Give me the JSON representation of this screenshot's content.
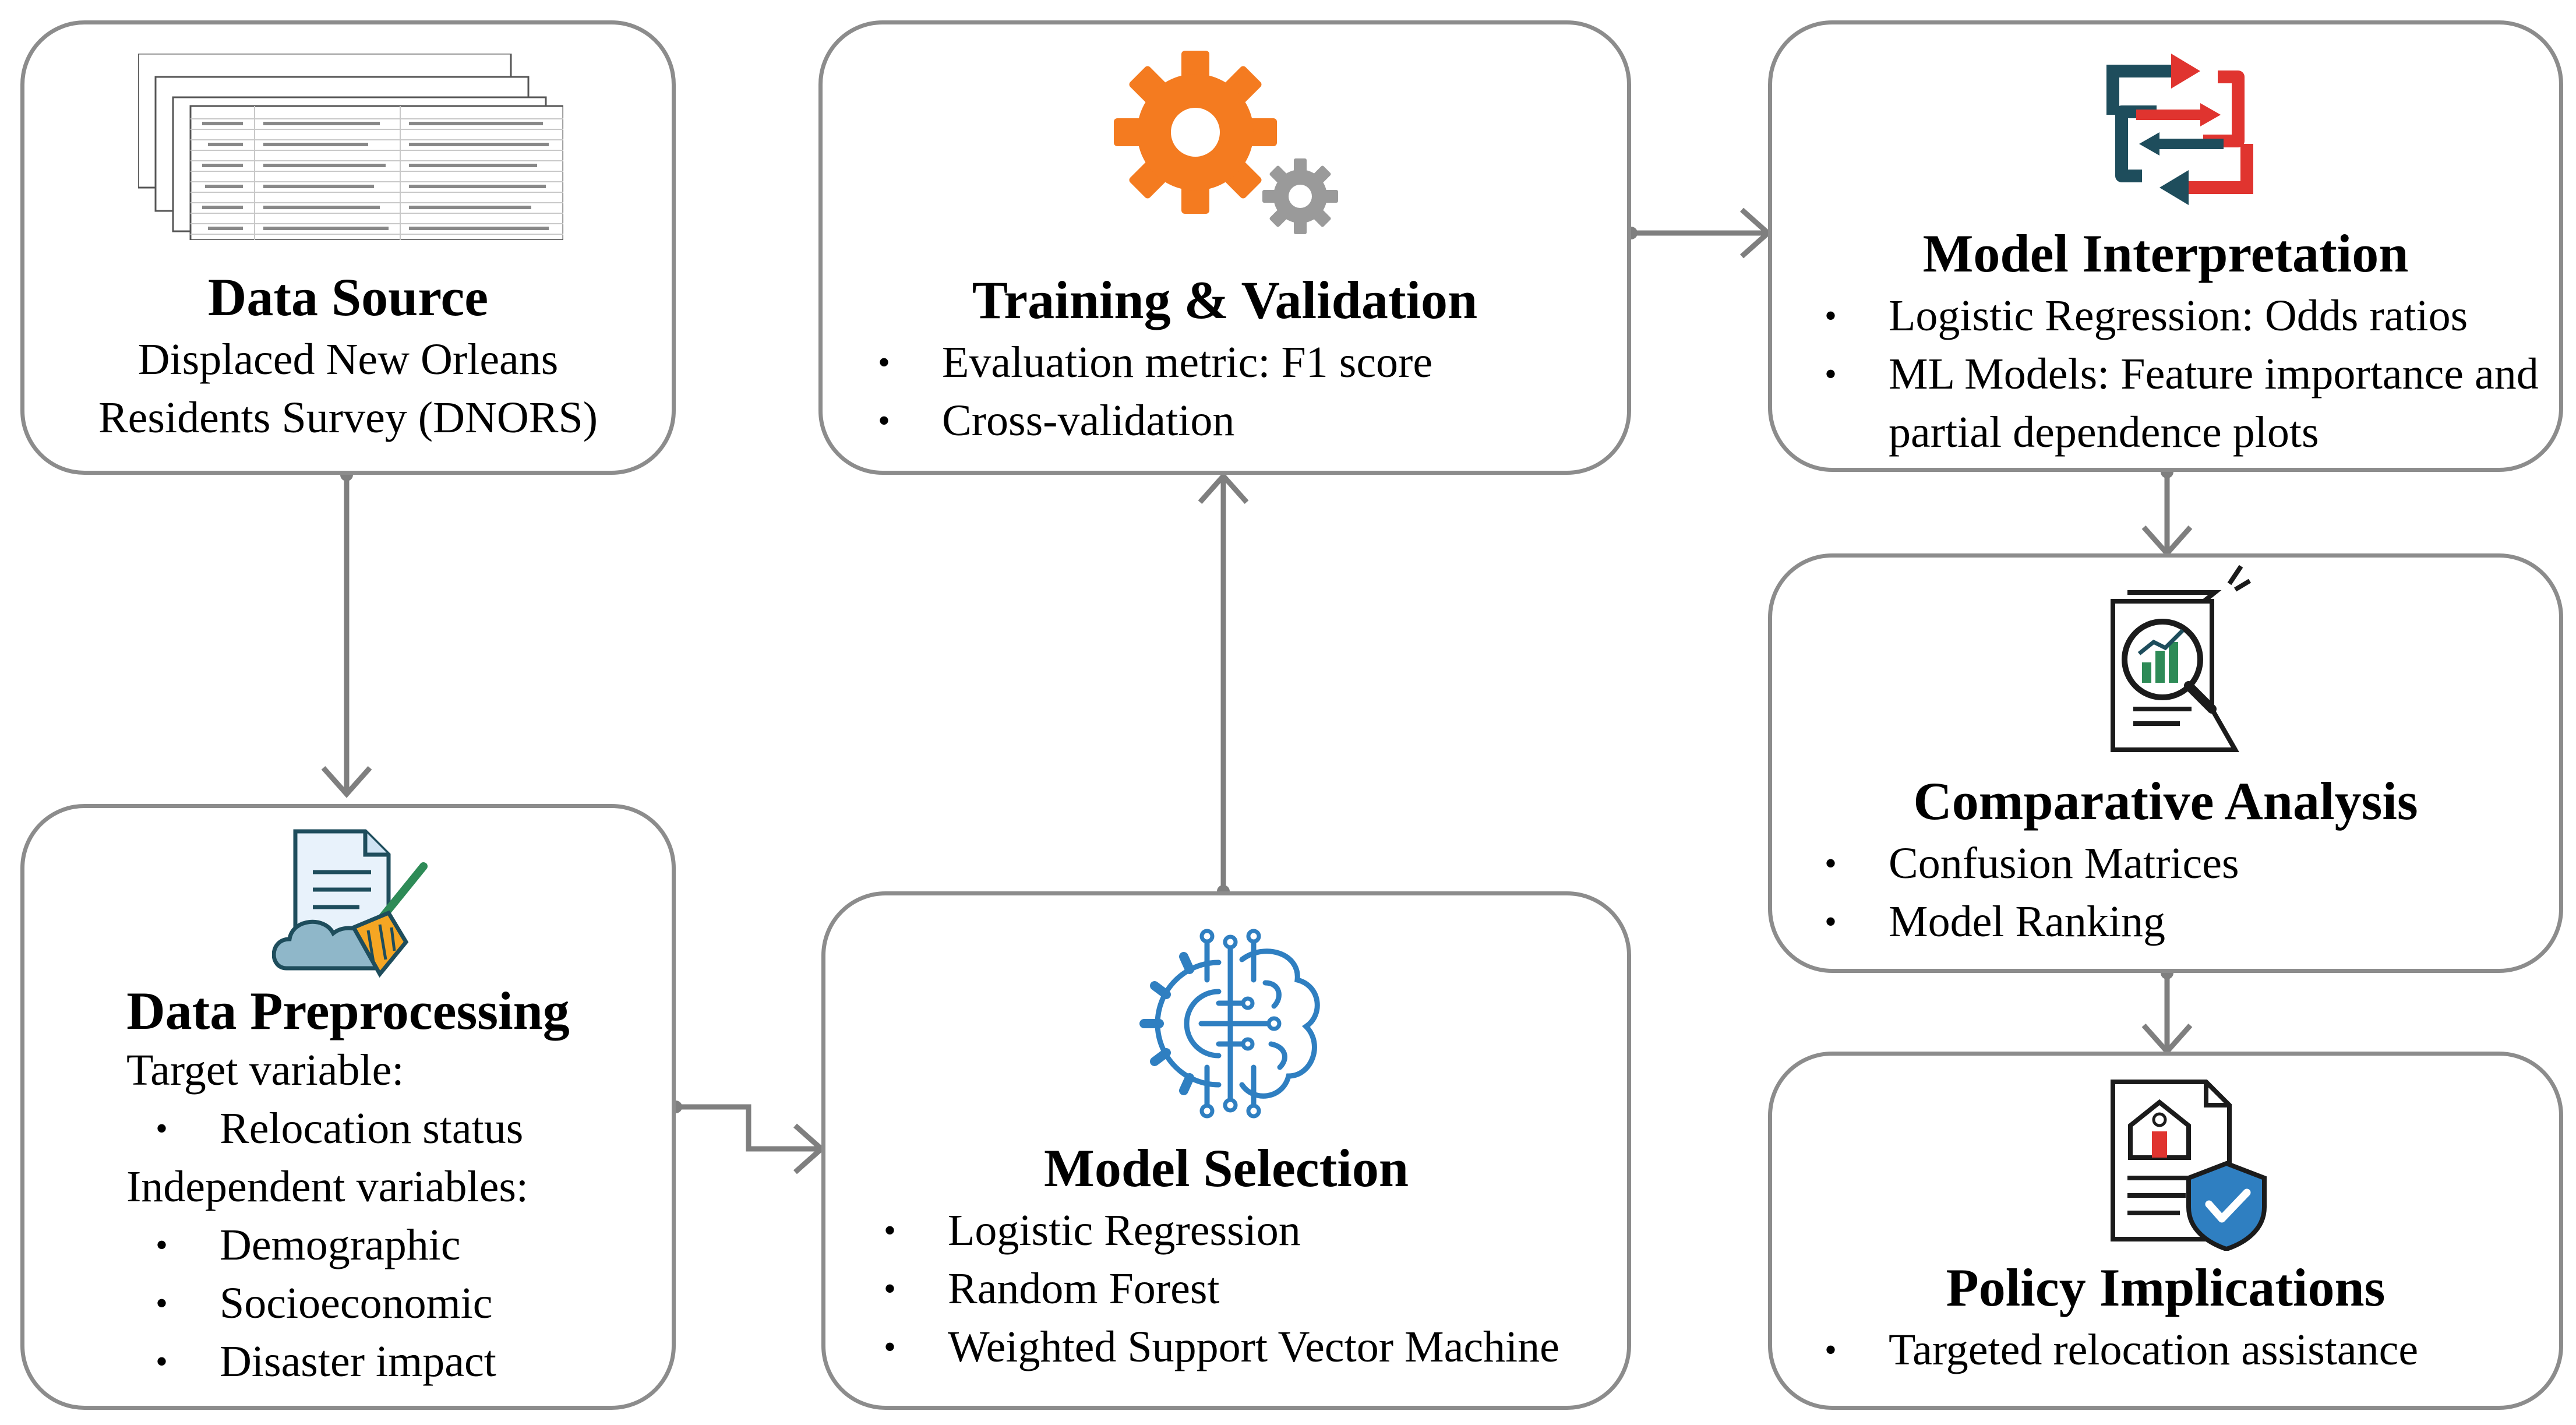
{
  "colors": {
    "border": "#8c8c8c",
    "arrow": "#7f7f7f",
    "gear_orange": "#f47b20",
    "gear_gray": "#9a9a9a",
    "icon_teal": "#1e4d5c",
    "icon_red": "#e0342f",
    "icon_blue": "#2f7fc1",
    "icon_green": "#2e8b57"
  },
  "data_source": {
    "title": "Data Source",
    "subtitle_line1": "Displaced New Orleans",
    "subtitle_line2": "Residents Survey (DNORS)",
    "icon": "spreadsheet-stack-icon"
  },
  "data_preprocessing": {
    "title": "Data Preprocessing",
    "target_label": "Target variable:",
    "target_items": [
      "Relocation status"
    ],
    "independent_label": "Independent variables:",
    "independent_items": [
      "Demographic",
      "Socioeconomic",
      "Disaster impact"
    ],
    "icon": "data-cleaning-icon"
  },
  "training_validation": {
    "title": "Training & Validation",
    "items": [
      "Evaluation metric: F1 score",
      "Cross-validation"
    ],
    "icon": "gears-icon"
  },
  "model_selection": {
    "title": "Model Selection",
    "items": [
      "Logistic Regression",
      "Random Forest",
      "Weighted Support Vector Machine"
    ],
    "icon": "ai-brain-circuit-icon"
  },
  "model_interpretation": {
    "title": "Model Interpretation",
    "items": [
      "Logistic Regression: Odds ratios",
      "ML Models: Feature importance and partial dependence plots"
    ],
    "icon": "exchange-arrows-icon"
  },
  "comparative_analysis": {
    "title": "Comparative Analysis",
    "items": [
      "Confusion Matrices",
      "Model Ranking"
    ],
    "icon": "report-magnifier-icon"
  },
  "policy_implications": {
    "title": "Policy Implications",
    "items": [
      "Targeted relocation assistance"
    ],
    "icon": "house-document-shield-icon"
  }
}
